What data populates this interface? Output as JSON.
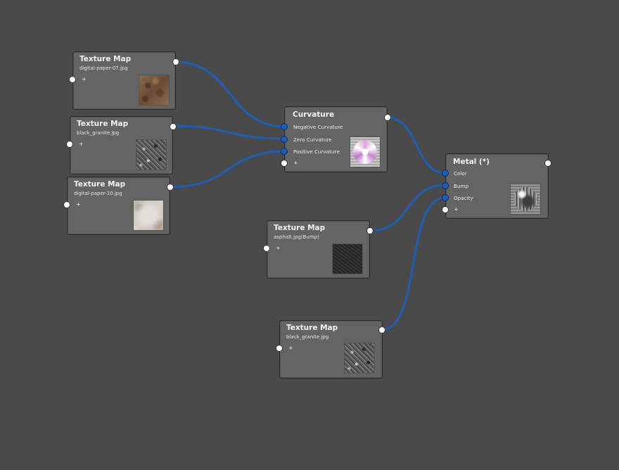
{
  "colors": {
    "background": "#4a4a4a",
    "node_body": "#646464",
    "wire": "#1a5fb4",
    "port_input_connected": "#1f5bb8",
    "port_default": "#ffffff"
  },
  "nodes": {
    "tex1": {
      "title": "Texture Map",
      "subtitle": "digital-paper-07.jpg",
      "add": "+",
      "thumbnail": "digital-paper-07-texture"
    },
    "tex2": {
      "title": "Texture Map",
      "subtitle": "black_granite.jpg",
      "add": "+",
      "thumbnail": "black-granite-texture"
    },
    "tex3": {
      "title": "Texture Map",
      "subtitle": "digital-paper-10.jpg",
      "add": "+",
      "thumbnail": "digital-paper-10-texture"
    },
    "curvature": {
      "title": "Curvature",
      "inputs": [
        "Negative Curvature",
        "Zero Curvature",
        "Positive Curvature"
      ],
      "add": "+",
      "thumbnail": "curvature-preview-sphere"
    },
    "tex4": {
      "title": "Texture Map",
      "subtitle": "asphalt.jpg(Bump)",
      "add": "+",
      "thumbnail": "asphalt-texture"
    },
    "metal": {
      "title": "Metal (*)",
      "inputs": [
        "Color",
        "Bump",
        "Opacity"
      ],
      "add": "+",
      "thumbnail": "metal-preview-sphere"
    },
    "tex5": {
      "title": "Texture Map",
      "subtitle": "black_granite.jpg",
      "add": "+",
      "thumbnail": "black-granite-texture"
    }
  },
  "connections": [
    {
      "from": "tex1.output",
      "to": "curvature.Negative Curvature"
    },
    {
      "from": "tex2.output",
      "to": "curvature.Zero Curvature"
    },
    {
      "from": "tex3.output",
      "to": "curvature.Positive Curvature"
    },
    {
      "from": "curvature.output",
      "to": "metal.Color"
    },
    {
      "from": "tex4.output",
      "to": "metal.Bump"
    },
    {
      "from": "tex5.output",
      "to": "metal.Opacity"
    }
  ]
}
